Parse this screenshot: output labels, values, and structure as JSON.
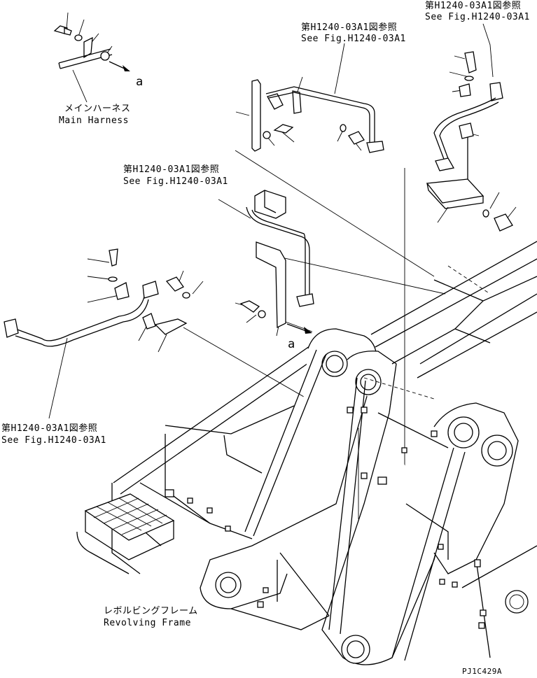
{
  "refs": {
    "top_right": {
      "jp": "第H1240-03A1図参照",
      "en": "See Fig.H1240-03A1"
    },
    "top_center": {
      "jp": "第H1240-03A1図参照",
      "en": "See Fig.H1240-03A1"
    },
    "middle": {
      "jp": "第H1240-03A1図参照",
      "en": "See Fig.H1240-03A1"
    },
    "left": {
      "jp": "第H1240-03A1図参照",
      "en": "See Fig.H1240-03A1"
    }
  },
  "harness": {
    "jp": "メインハーネス",
    "en": "Main Harness"
  },
  "frame": {
    "jp": "レボルビングフレーム",
    "en": "Revolving Frame"
  },
  "markers": {
    "a_top": "a",
    "a_mid": "a"
  },
  "drawing_code": "PJ1C429A"
}
